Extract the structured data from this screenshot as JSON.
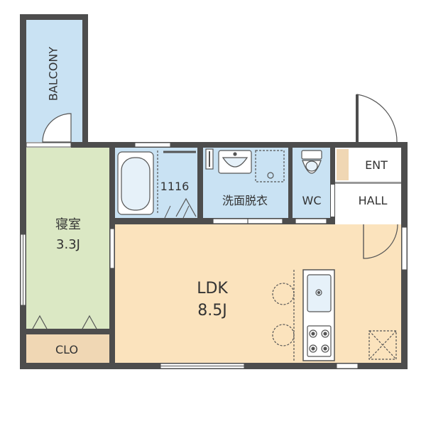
{
  "colors": {
    "wall": "#4d4d4d",
    "wall_stroke": "#333333",
    "bedroom": "#dbe8c4",
    "ldk": "#fbe3bd",
    "balcony": "#c9e2f3",
    "wet_area": "#c9e2f3",
    "closet": "#f0d7b4",
    "fixture_line": "#555555",
    "background": "#ffffff"
  },
  "rooms": {
    "balcony": {
      "label": "BALCONY"
    },
    "bedroom": {
      "name": "寝室",
      "size": "3.3J"
    },
    "closet": {
      "label": "CLO"
    },
    "bath": {
      "label": "1116"
    },
    "washroom": {
      "label": "洗面脱衣"
    },
    "toilet": {
      "label": "WC"
    },
    "entrance": {
      "label": "ENT"
    },
    "hall": {
      "label": "HALL"
    },
    "ldk": {
      "name": "LDK",
      "size": "8.5J"
    }
  },
  "icons": {
    "bathtub": "bathtub-icon",
    "sink": "sink-icon",
    "toilet": "toilet-icon",
    "kitchen_sink": "kitchen-sink-icon",
    "stove": "gas-stove-icon"
  }
}
